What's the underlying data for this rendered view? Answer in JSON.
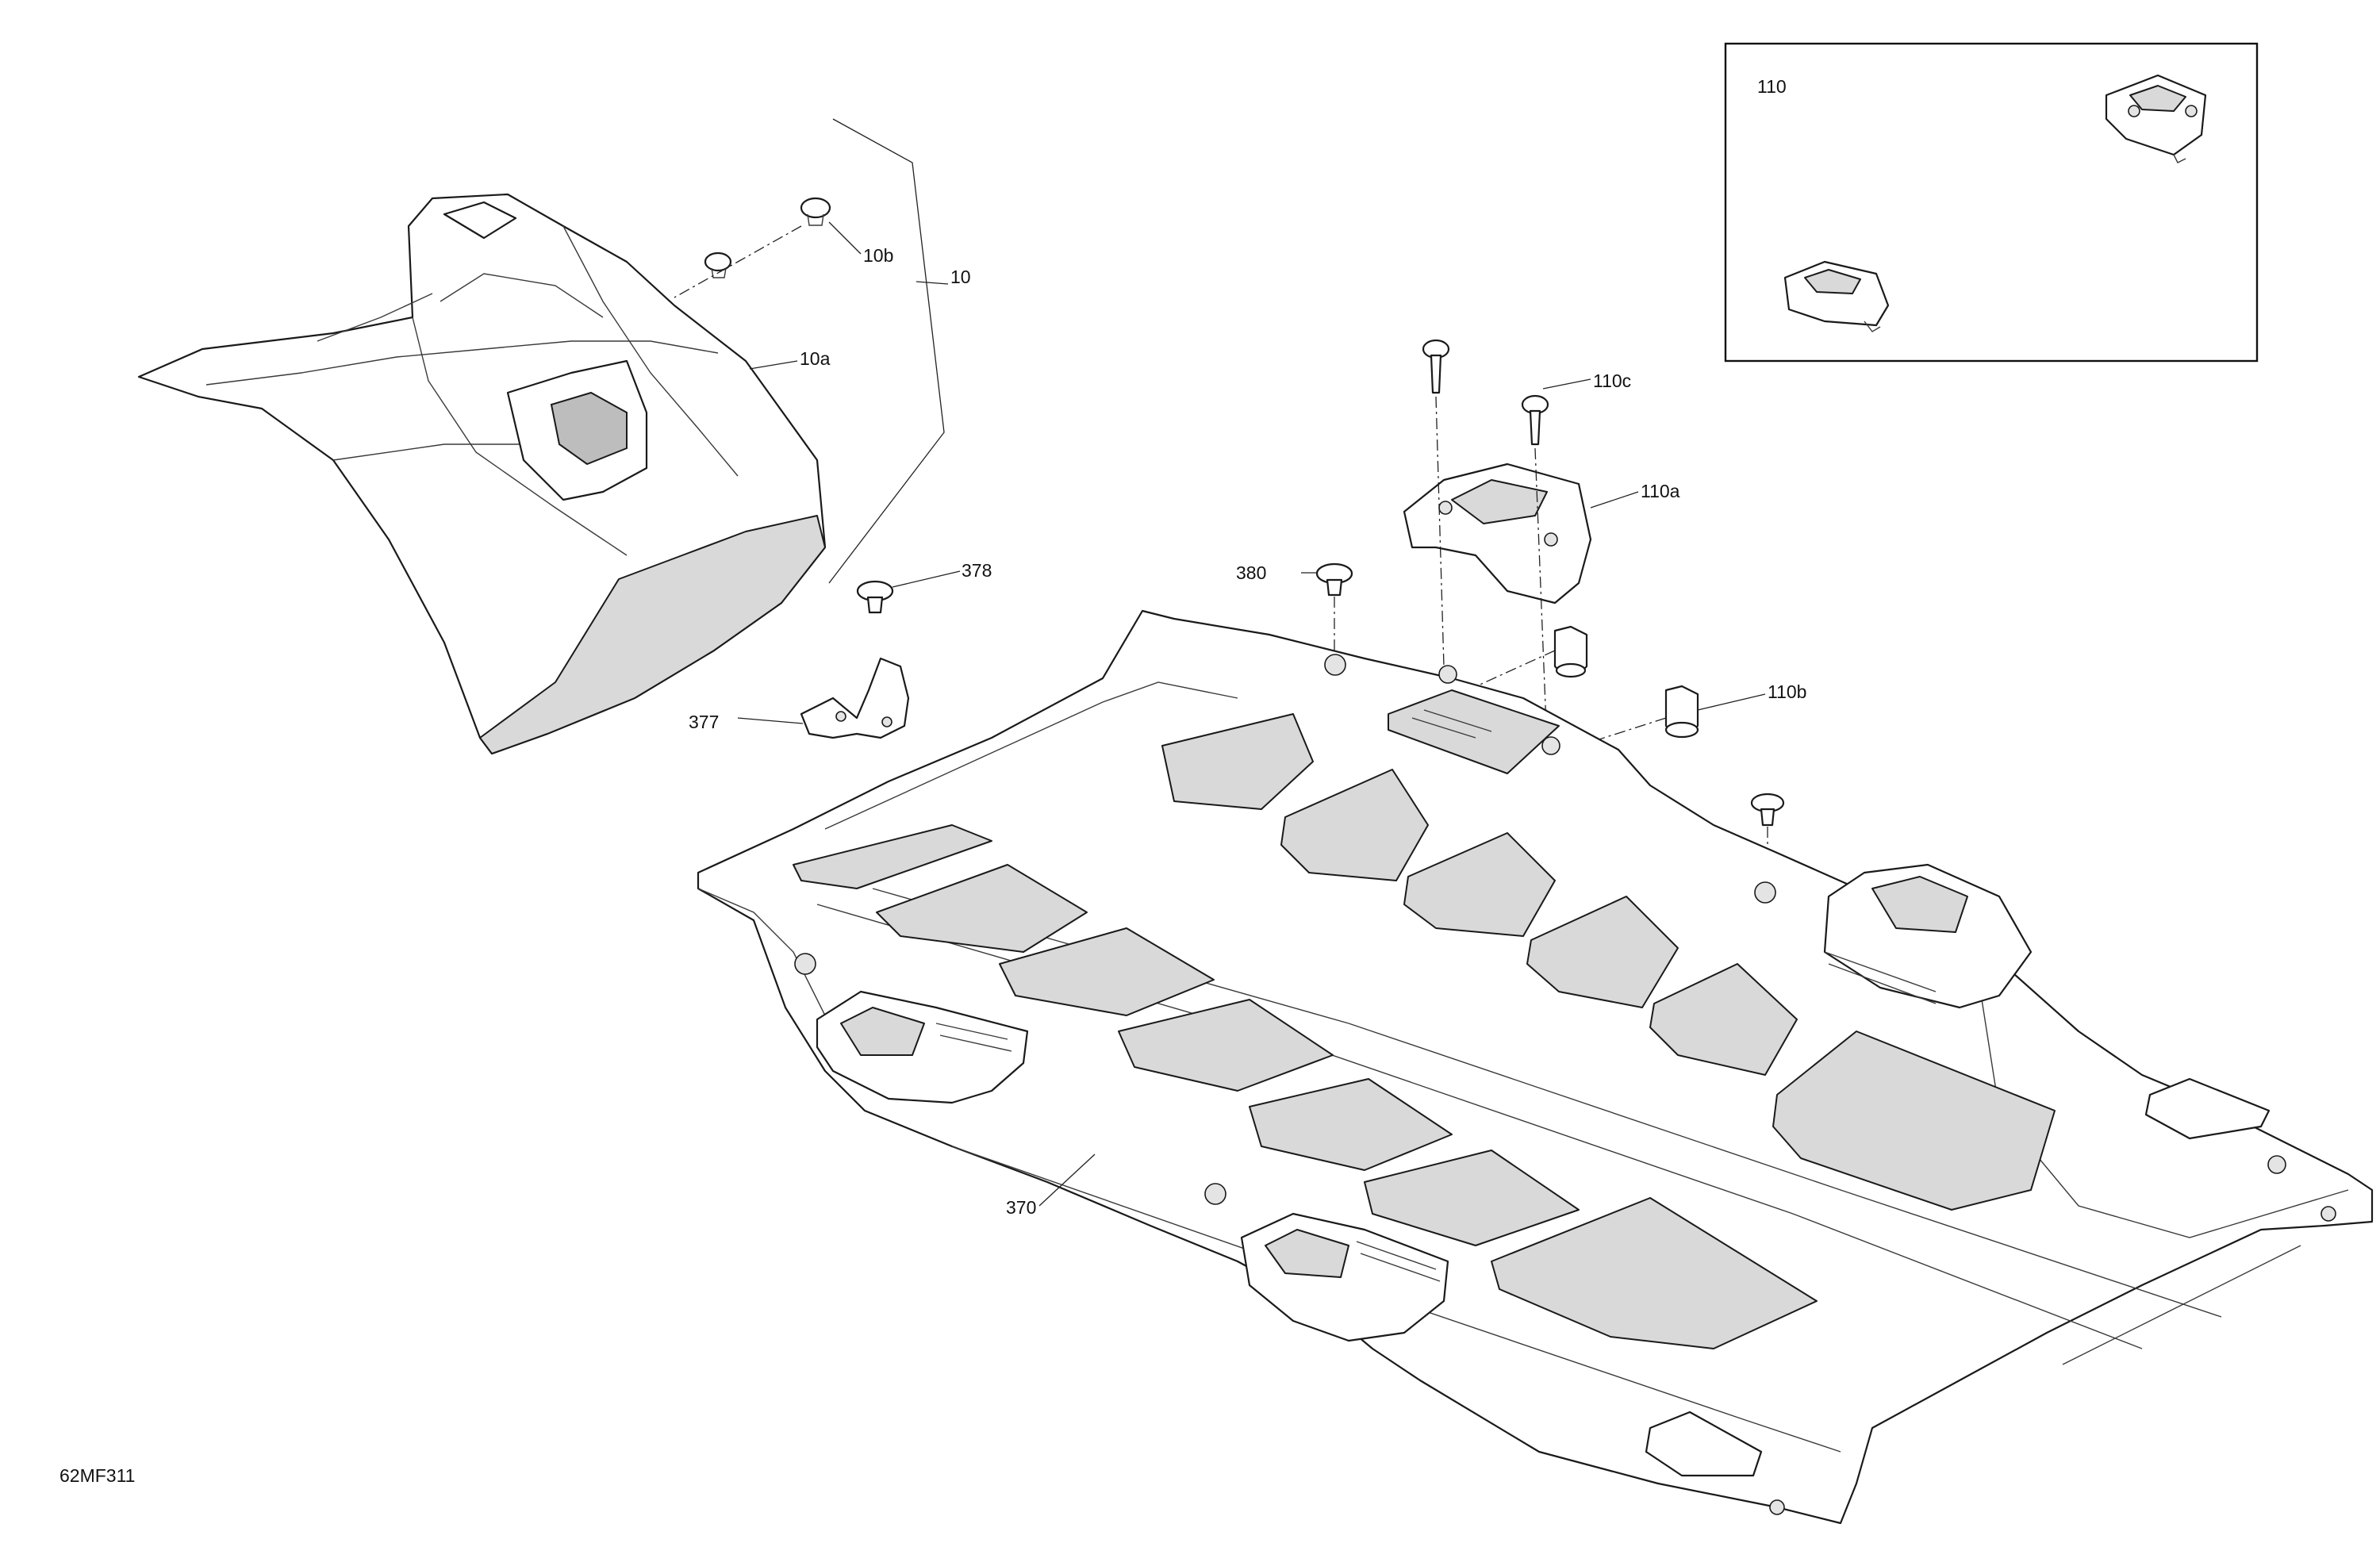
{
  "diagram": {
    "drawing_code": "62MF311",
    "callouts": {
      "group_10": "10",
      "fastener_10b": "10b",
      "cover_10a": "10a",
      "kit_110": "110",
      "screw_110c": "110c",
      "bracket_110a": "110a",
      "nut_110b": "110b",
      "rivet_378": "378",
      "rivet_380": "380",
      "clip_377": "377",
      "plate_370": "370"
    }
  }
}
